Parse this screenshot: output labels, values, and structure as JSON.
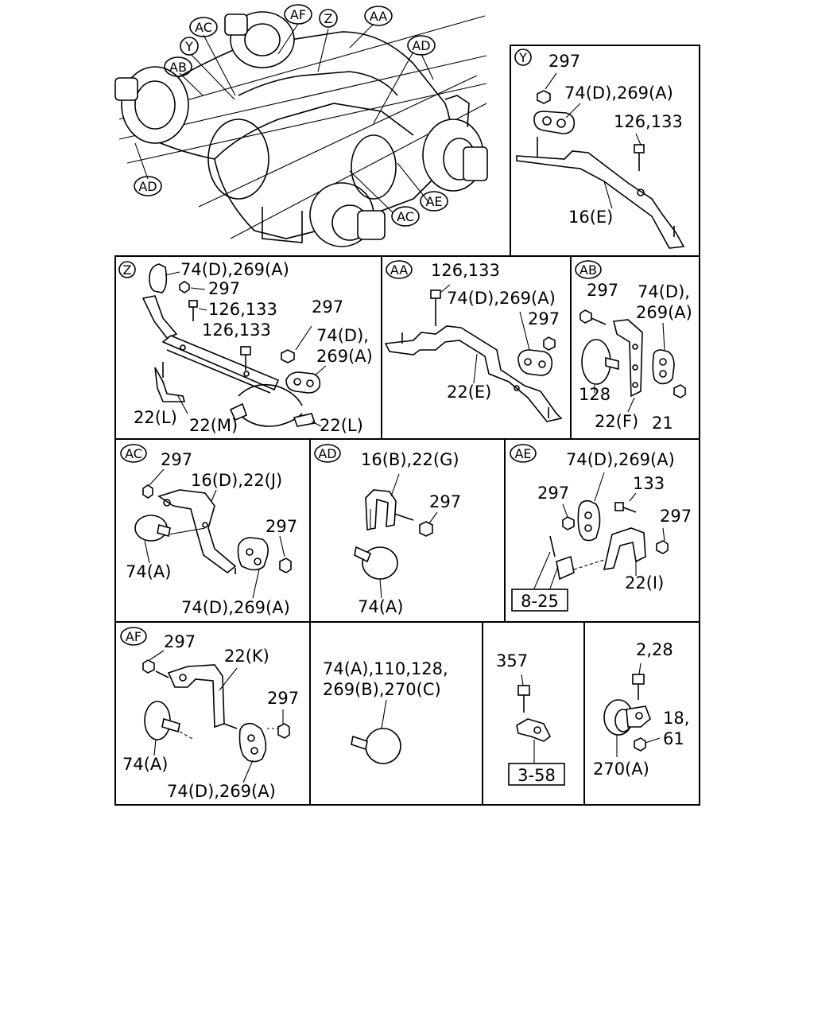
{
  "overview": {
    "tags": [
      "AC",
      "AF",
      "Z",
      "AA",
      "Y",
      "AB",
      "AD",
      "AD",
      "AE",
      "AC"
    ]
  },
  "panel_y": {
    "tag": "Y",
    "labels": [
      "297",
      "74(D),269(A)",
      "126,133",
      "16(E)"
    ]
  },
  "panel_z": {
    "tag": "Z",
    "labels": [
      "74(D),269(A)",
      "297",
      "126,133",
      "126,133",
      "297",
      "74(D),",
      "269(A)",
      "22(L)",
      "22(M)",
      "22(L)"
    ]
  },
  "panel_aa": {
    "tag": "AA",
    "labels": [
      "126,133",
      "74(D),269(A)",
      "297",
      "22(E)"
    ]
  },
  "panel_ab": {
    "tag": "AB",
    "labels": [
      "297",
      "74(D),",
      "269(A)",
      "128",
      "22(F)",
      "21"
    ]
  },
  "panel_ac": {
    "tag": "AC",
    "labels": [
      "297",
      "16(D),22(J)",
      "297",
      "74(A)",
      "74(D),269(A)"
    ]
  },
  "panel_ad": {
    "tag": "AD",
    "labels": [
      "16(B),22(G)",
      "297",
      "74(A)"
    ]
  },
  "panel_ae": {
    "tag": "AE",
    "labels": [
      "74(D),269(A)",
      "297",
      "133",
      "297",
      "22(I)"
    ],
    "ref_box": "8-25"
  },
  "panel_af": {
    "tag": "AF",
    "labels": [
      "297",
      "22(K)",
      "297",
      "74(A)",
      "74(D),269(A)"
    ]
  },
  "panel_clamp": {
    "labels": [
      "74(A),110,128,",
      "269(B),270(C)"
    ]
  },
  "panel_357": {
    "labels": [
      "357"
    ],
    "ref_box": "3-58"
  },
  "panel_last": {
    "labels": [
      "2,28",
      "18,",
      "61",
      "270(A)"
    ]
  }
}
